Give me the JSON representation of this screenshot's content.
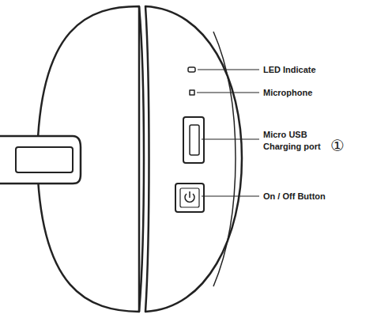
{
  "diagram": {
    "labels": [
      "LED Indicate",
      "Microphone",
      "Micro USB Charging port",
      "①",
      "On / Off Button"
    ]
  }
}
